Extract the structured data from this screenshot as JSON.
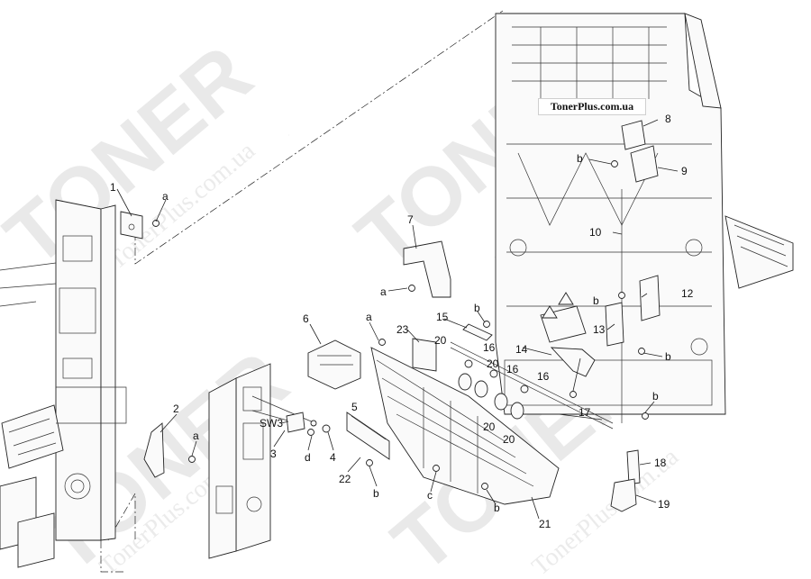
{
  "watermark": {
    "brand": "TONER",
    "site": "TonerPlus.com.ua"
  },
  "brand_box": "TonerPlus.com.ua",
  "callouts": {
    "c1": "1",
    "c2": "2",
    "c3": "3",
    "c4": "4",
    "c5": "5",
    "c6": "6",
    "c7": "7",
    "c8": "8",
    "c9": "9",
    "c10": "10",
    "c12": "12",
    "c13": "13",
    "c14": "14",
    "c15": "15",
    "c16a": "16",
    "c16b": "16",
    "c16c": "16",
    "c17": "17",
    "c18": "18",
    "c19": "19",
    "c20a": "20",
    "c20b": "20",
    "c20c": "20",
    "c20d": "20",
    "c21": "21",
    "c22": "22",
    "c23": "23",
    "sw3": "SW3",
    "a1": "a",
    "a2": "a",
    "a3": "a",
    "a4": "a",
    "b1": "b",
    "b2": "b",
    "b3": "b",
    "b4": "b",
    "b5": "b",
    "b6": "b",
    "b7": "b",
    "c_screw": "c",
    "d1": "d"
  }
}
